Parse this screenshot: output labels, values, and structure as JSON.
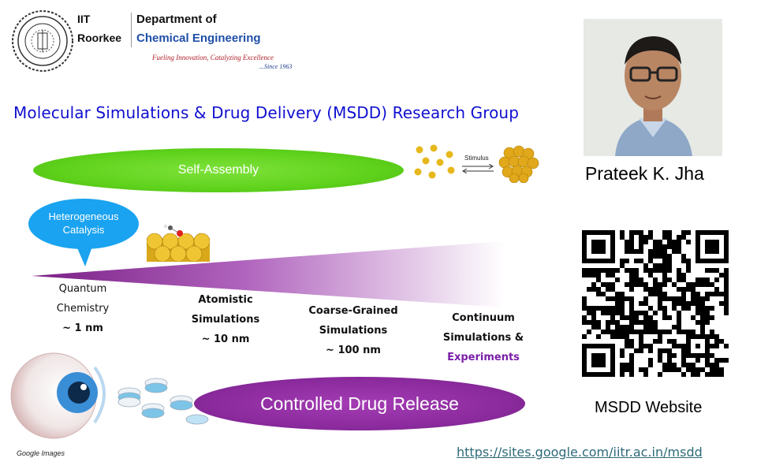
{
  "header": {
    "iit_line1": "IIT",
    "iit_line2": "Roorkee",
    "dept_line1": "Department of",
    "dept_line2": "Chemical Engineering",
    "tagline": "Fueling Innovation, Catalyzing Excellence",
    "since": "...Since 1963"
  },
  "title": "Molecular Simulations & Drug Delivery (MSDD) Research Group",
  "profile": {
    "name": "Prateek K. Jha"
  },
  "labels": {
    "self_assembly": "Self-Assembly",
    "stimulus": "Stimulus",
    "catalysis_line1": "Heterogeneous",
    "catalysis_line2": "Catalysis",
    "drug_release": "Controlled Drug Release",
    "google_images": "Google Images"
  },
  "scales": {
    "quantum": {
      "line1": "Quantum",
      "line2": "Chemistry",
      "size": "~ 1 nm"
    },
    "atomistic": {
      "line1": "Atomistic",
      "line2": "Simulations",
      "size": "~ 10 nm"
    },
    "coarse": {
      "line1": "Coarse-Grained",
      "line2": "Simulations",
      "size": "~ 100 nm"
    },
    "continuum": {
      "line1": "Continuum",
      "line2": "Simulations &",
      "line3": "Experiments"
    }
  },
  "website": {
    "label": "MSDD Website",
    "url": "https://sites.google.com/iitr.ac.in/msdd"
  },
  "colors": {
    "title_blue": "#1010d0",
    "self_assembly_green": "#5fd21c",
    "purple": "#8a2a9c",
    "bubble_blue": "#1aa3f0",
    "experiments_purple": "#7a1fa8",
    "url_teal": "#2c6a78"
  },
  "icons": {
    "logo": "iit-roorkee-seal-icon",
    "qr": "qr-code-icon",
    "eye": "eye-icon",
    "pills": "pills-icon",
    "nanoparticles": "nanoparticles-icon",
    "catalyst": "catalyst-surface-icon"
  }
}
